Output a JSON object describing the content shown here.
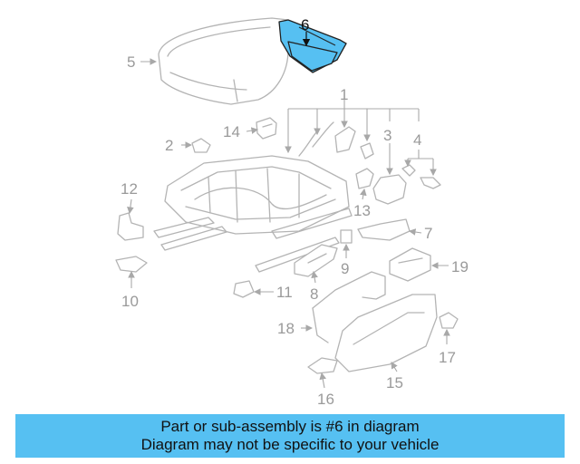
{
  "callouts": {
    "c1": "1",
    "c2": "2",
    "c3": "3",
    "c4": "4",
    "c5": "5",
    "c6": "6",
    "c7": "7",
    "c8": "8",
    "c9": "9",
    "c10": "10",
    "c11": "11",
    "c12": "12",
    "c13": "13",
    "c14": "14",
    "c15": "15",
    "c16": "16",
    "c17": "17",
    "c18": "18",
    "c19": "19"
  },
  "highlighted_part": "6",
  "colors": {
    "highlight": "#56c0f2",
    "banner": "#56c0f2",
    "line_art": "#b4b4b4",
    "callout_text": "#9a9a9a"
  },
  "banner": {
    "line1": "Part or sub-assembly is #6 in diagram",
    "line2": "Diagram may not be specific to your vehicle"
  }
}
